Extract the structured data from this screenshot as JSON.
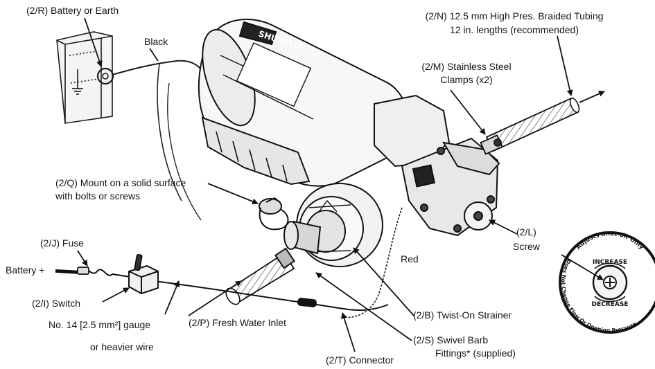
{
  "labels": {
    "battery_earth": "(2/R) Battery or Earth",
    "black": "Black",
    "tubing_line1": "(2/N) 12.5 mm High Pres. Braided Tubing",
    "tubing_line2": "12 in. lengths (recommended)",
    "clamps_line1": "(2/M) Stainless Steel",
    "clamps_line2": "Clamps (x2)",
    "mount_line1": "(2/Q) Mount on a solid surface",
    "mount_line2": "with bolts or screws",
    "fuse": "(2/J) Fuse",
    "battery_plus": "Battery +",
    "switch": "(2/I) Switch",
    "wire_line1": "No. 14 [2.5 mm²] gauge",
    "wire_line2": "or heavier wire",
    "inlet": "(2/P) Fresh Water Inlet",
    "red": "Red",
    "strainer": "(2/B) Twist-On Strainer",
    "screw_line1": "(2/L)",
    "screw_line2": "Screw",
    "barb_line1": "(2/S) Swivel Barb",
    "barb_line2": "Fittings* (supplied)",
    "connector": "(2/T) Connector"
  },
  "dial": {
    "top_arc": "Adjusts Shut-off Only",
    "left_arc": "Does Not Change Flow Or Opening Pressure",
    "increase": "INCREASE",
    "decrease": "DECREASE"
  },
  "pump_logo": "SHURFLO"
}
